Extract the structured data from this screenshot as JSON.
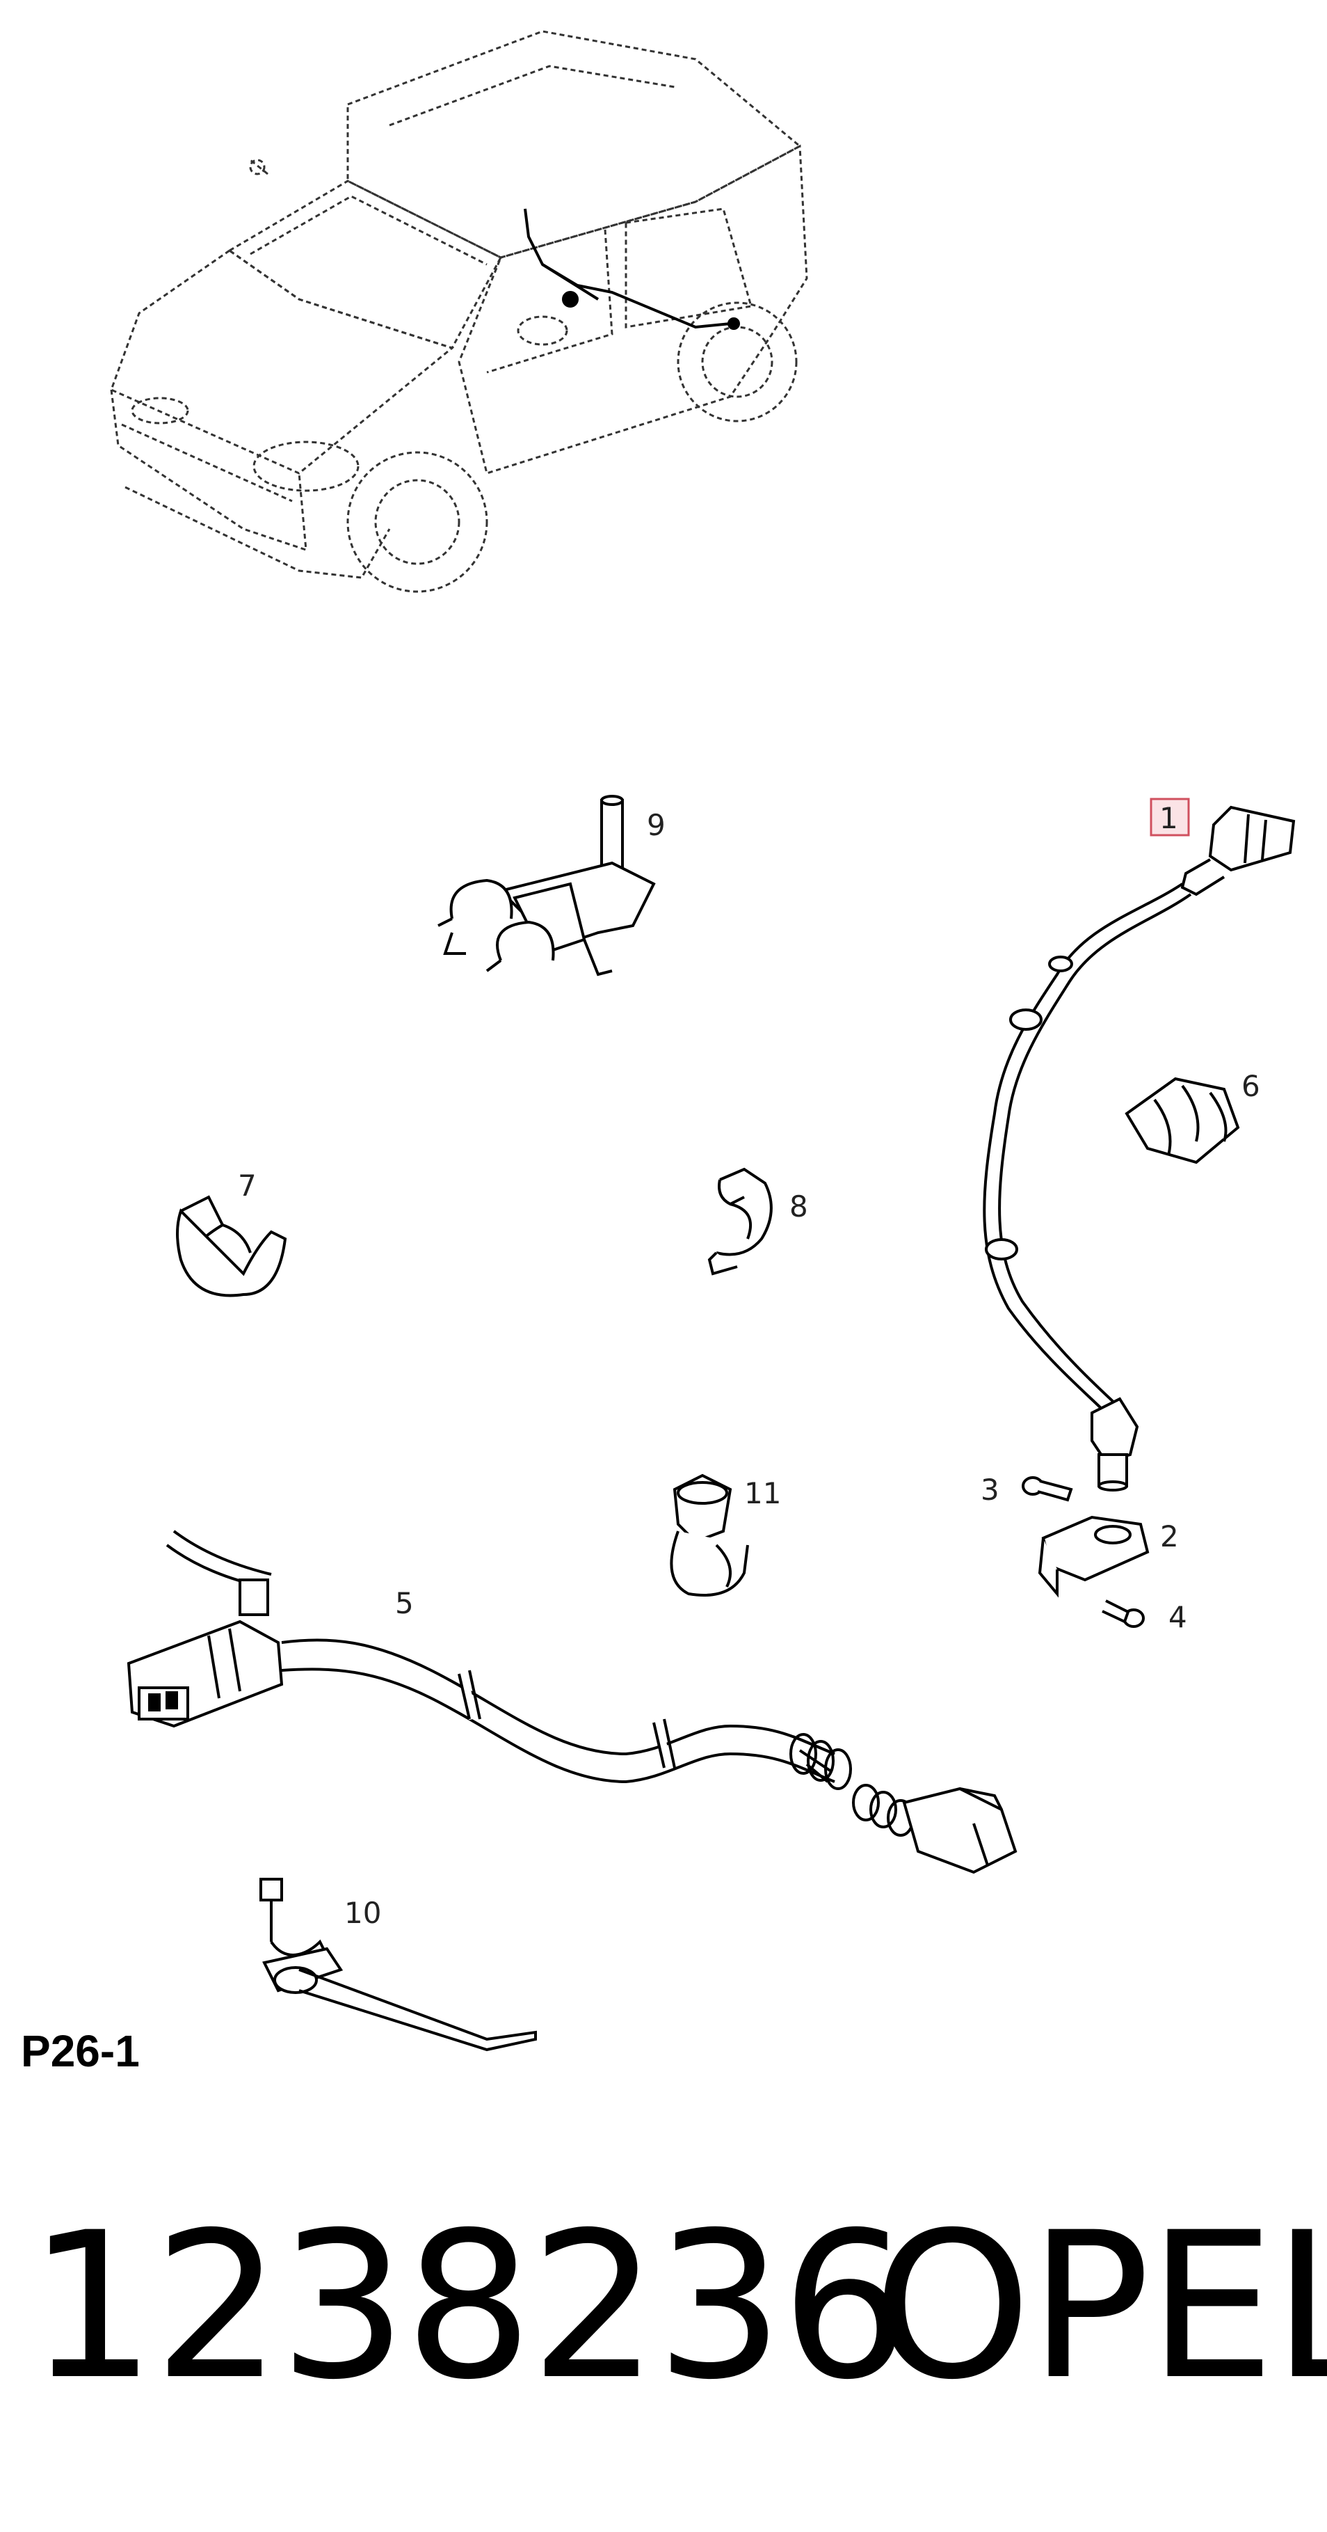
{
  "diagram": {
    "page_ref": "P26-1",
    "part_number": "1238236",
    "brand": "OPEL",
    "highlight_color": "#d0505f",
    "callouts": [
      {
        "id": "1",
        "highlighted": true
      },
      {
        "id": "2"
      },
      {
        "id": "3"
      },
      {
        "id": "4"
      },
      {
        "id": "5"
      },
      {
        "id": "6"
      },
      {
        "id": "7"
      },
      {
        "id": "8"
      },
      {
        "id": "9"
      },
      {
        "id": "10"
      },
      {
        "id": "11"
      }
    ]
  }
}
